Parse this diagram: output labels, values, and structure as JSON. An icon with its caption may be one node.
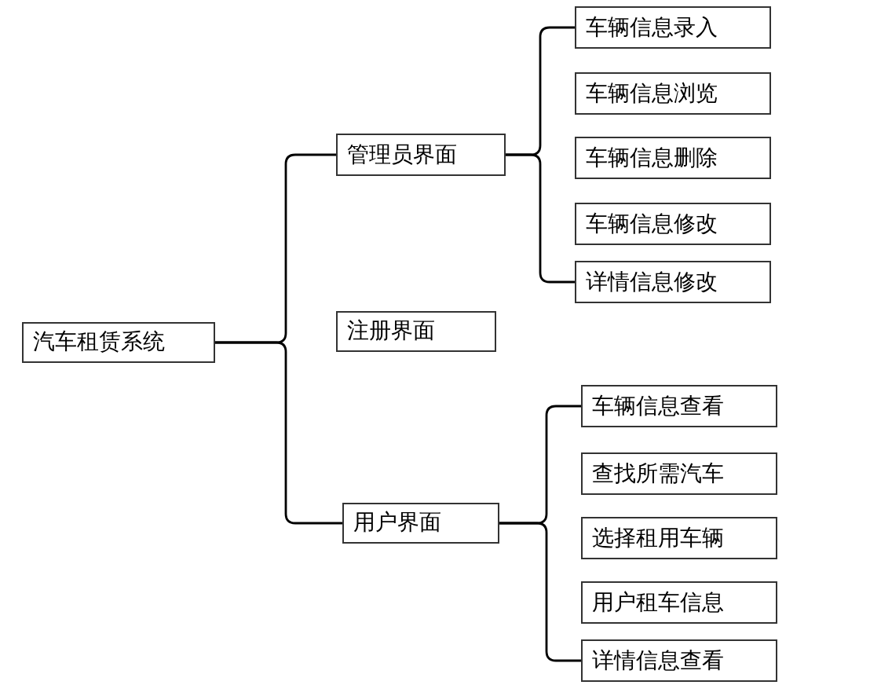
{
  "diagram": {
    "nodes": [
      {
        "text": [
          "汽车租赁系统"
        ]
      },
      {
        "text": [
          "管理员界面"
        ]
      },
      {
        "text": [
          "注册界面"
        ]
      },
      {
        "text": [
          "用户界面"
        ]
      },
      {
        "text": [
          "车辆信息录入"
        ]
      },
      {
        "text": [
          "车辆信息浏览"
        ]
      },
      {
        "text": [
          "车辆信息删除"
        ]
      },
      {
        "text": [
          "车辆信息修改"
        ]
      },
      {
        "text": [
          "详情信息修改"
        ]
      },
      {
        "text": [
          "车辆信息查看"
        ]
      },
      {
        "text": [
          "查找所需汽车"
        ]
      },
      {
        "text": [
          "选择租用车辆"
        ]
      },
      {
        "text": [
          "用户租车信息"
        ]
      },
      {
        "text": [
          "详情信息查看"
        ]
      }
    ],
    "edges": [
      {
        "from": 0,
        "to": 1,
        "arrow": "none"
      },
      {
        "from": 0,
        "to": 3,
        "arrow": "none"
      },
      {
        "from": 1,
        "to": 4,
        "arrow": "none"
      },
      {
        "from": 1,
        "to": 8,
        "arrow": "none"
      },
      {
        "from": 3,
        "to": 9,
        "arrow": "none"
      },
      {
        "from": 3,
        "to": 13,
        "arrow": "none"
      }
    ]
  }
}
